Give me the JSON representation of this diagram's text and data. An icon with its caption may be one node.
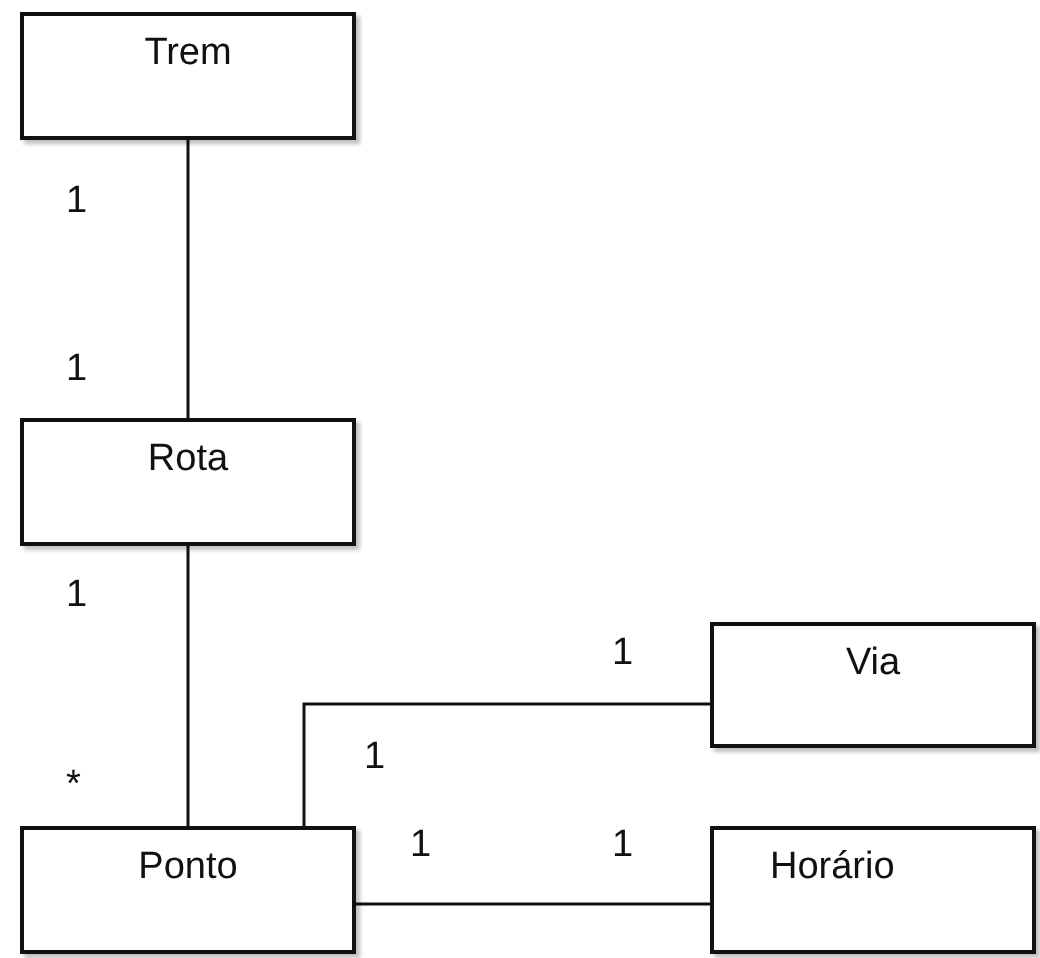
{
  "diagram": {
    "nodes": [
      {
        "text": [
          "Trem"
        ]
      },
      {
        "text": [
          "Rota"
        ]
      },
      {
        "text": [
          "Via"
        ]
      },
      {
        "text": [
          "Ponto"
        ]
      },
      {
        "text": [
          "Horário"
        ]
      }
    ],
    "edges": [
      {
        "from": 0,
        "to": 1,
        "arrow": "none"
      },
      {
        "from": 1,
        "to": 3,
        "arrow": "none"
      },
      {
        "from": 3,
        "to": 2,
        "arrow": "none"
      },
      {
        "from": 3,
        "to": 4,
        "arrow": "none"
      }
    ],
    "labels": [
      "1",
      "1",
      "1",
      "*",
      "1",
      "1",
      "1",
      "1"
    ]
  }
}
